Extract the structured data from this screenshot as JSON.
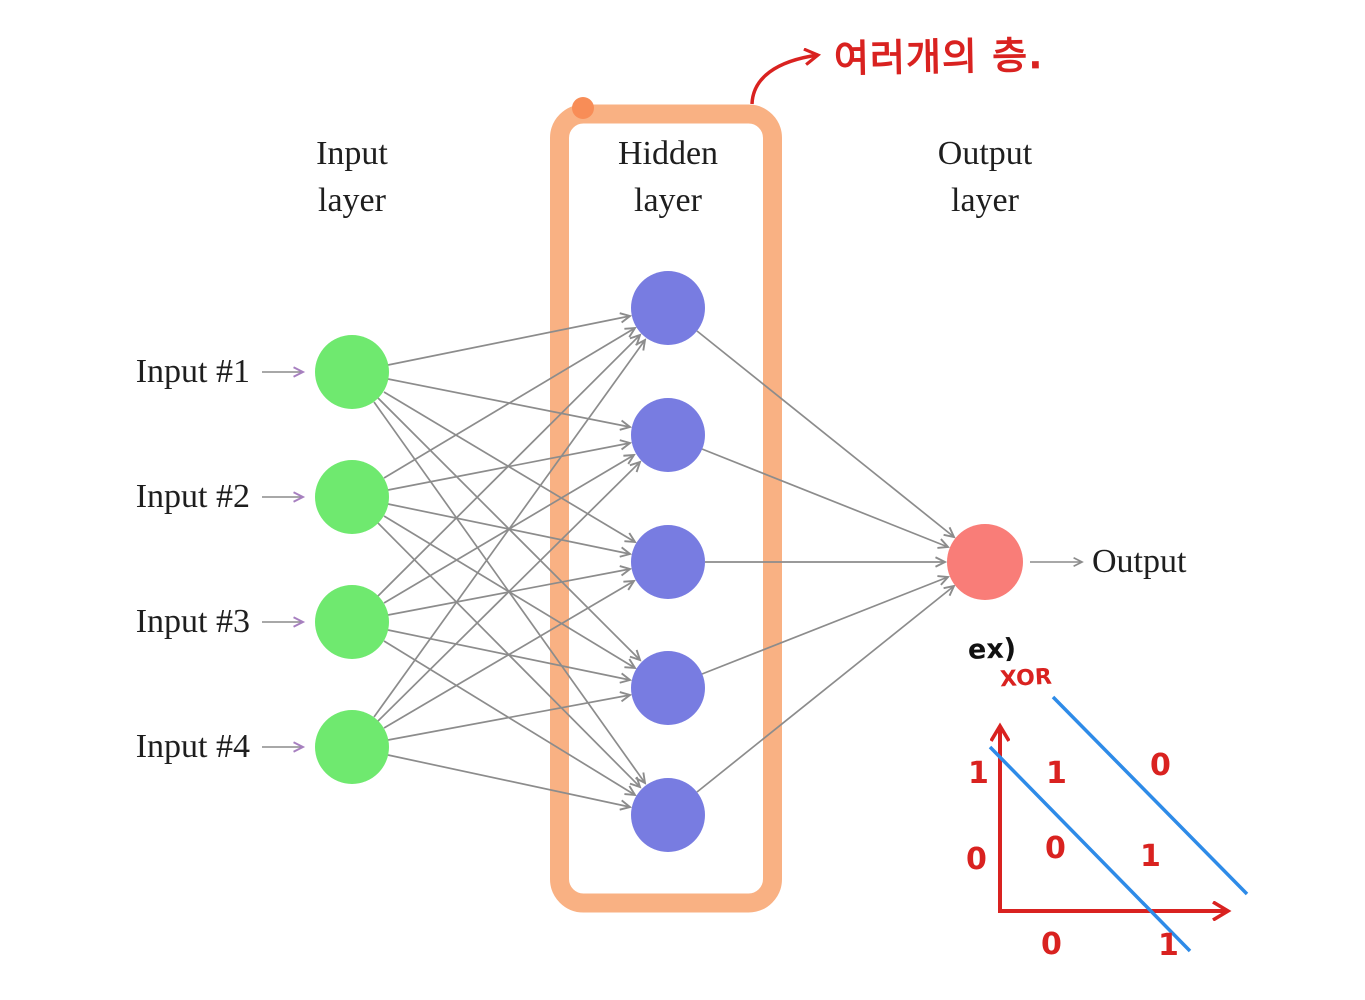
{
  "headers": {
    "input": [
      "Input",
      "layer"
    ],
    "hidden": [
      "Hidden",
      "layer"
    ],
    "output": [
      "Output",
      "layer"
    ]
  },
  "input_labels": [
    "Input #1",
    "Input #2",
    "Input #3",
    "Input #4"
  ],
  "output_label": "Output",
  "network": {
    "input_nodes": 4,
    "hidden_nodes": 5,
    "output_nodes": 1
  },
  "annotations": {
    "korean_note": "여러개의 층.",
    "example_label": "ex)",
    "xor_title": "XOR",
    "xor_marks": [
      "1",
      "1",
      "0",
      "0",
      "0",
      "1",
      "0",
      "1"
    ]
  },
  "colors": {
    "input_node": "#6fe96f",
    "hidden_node": "#787ce1",
    "output_node": "#f97d78",
    "edge": "#8c8c8c",
    "label_arrow_head": "#a77fc0",
    "highlight_box": "#f9b183",
    "highlight_dot": "#f88d57",
    "ink_red": "#d92220",
    "ink_blue": "#2e8be8",
    "label_text": "#1e1e1e"
  }
}
